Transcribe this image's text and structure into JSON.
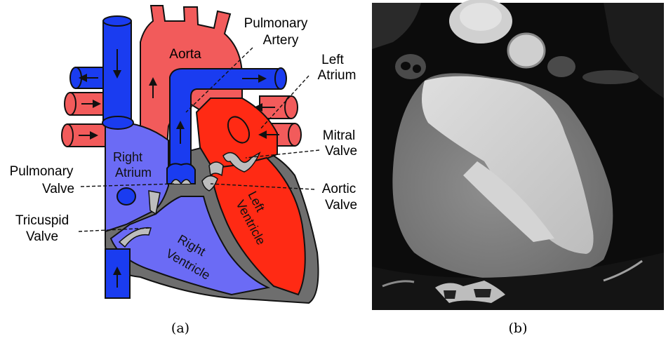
{
  "panel_a": {
    "labels": {
      "aorta": "Aorta",
      "pulmonary_artery_1": "Pulmonary",
      "pulmonary_artery_2": "Artery",
      "left_atrium_1": "Left",
      "left_atrium_2": "Atrium",
      "right_atrium_1": "Right",
      "right_atrium_2": "Atrium",
      "mitral_valve_1": "Mitral",
      "mitral_valve_2": "Valve",
      "pulmonary_valve_1": "Pulmonary",
      "pulmonary_valve_2": "Valve",
      "aortic_valve_1": "Aortic",
      "aortic_valve_2": "Valve",
      "tricuspid_valve_1": "Tricuspid",
      "tricuspid_valve_2": "Valve",
      "left_ventricle_1": "Left",
      "left_ventricle_2": "Ventricle",
      "right_ventricle_1": "Right",
      "right_ventricle_2": "Ventricle"
    },
    "caption": "(a)",
    "colors": {
      "oxygenated": "#f25b5b",
      "oxygenated_dark": "#ff2a14",
      "deoxygenated_vessel": "#1a3cf0",
      "deoxygenated_chamber": "#6b6bf5",
      "wall": "#6e6e6e",
      "valve": "#bdbdbd"
    }
  },
  "panel_b": {
    "caption": "(b)"
  }
}
